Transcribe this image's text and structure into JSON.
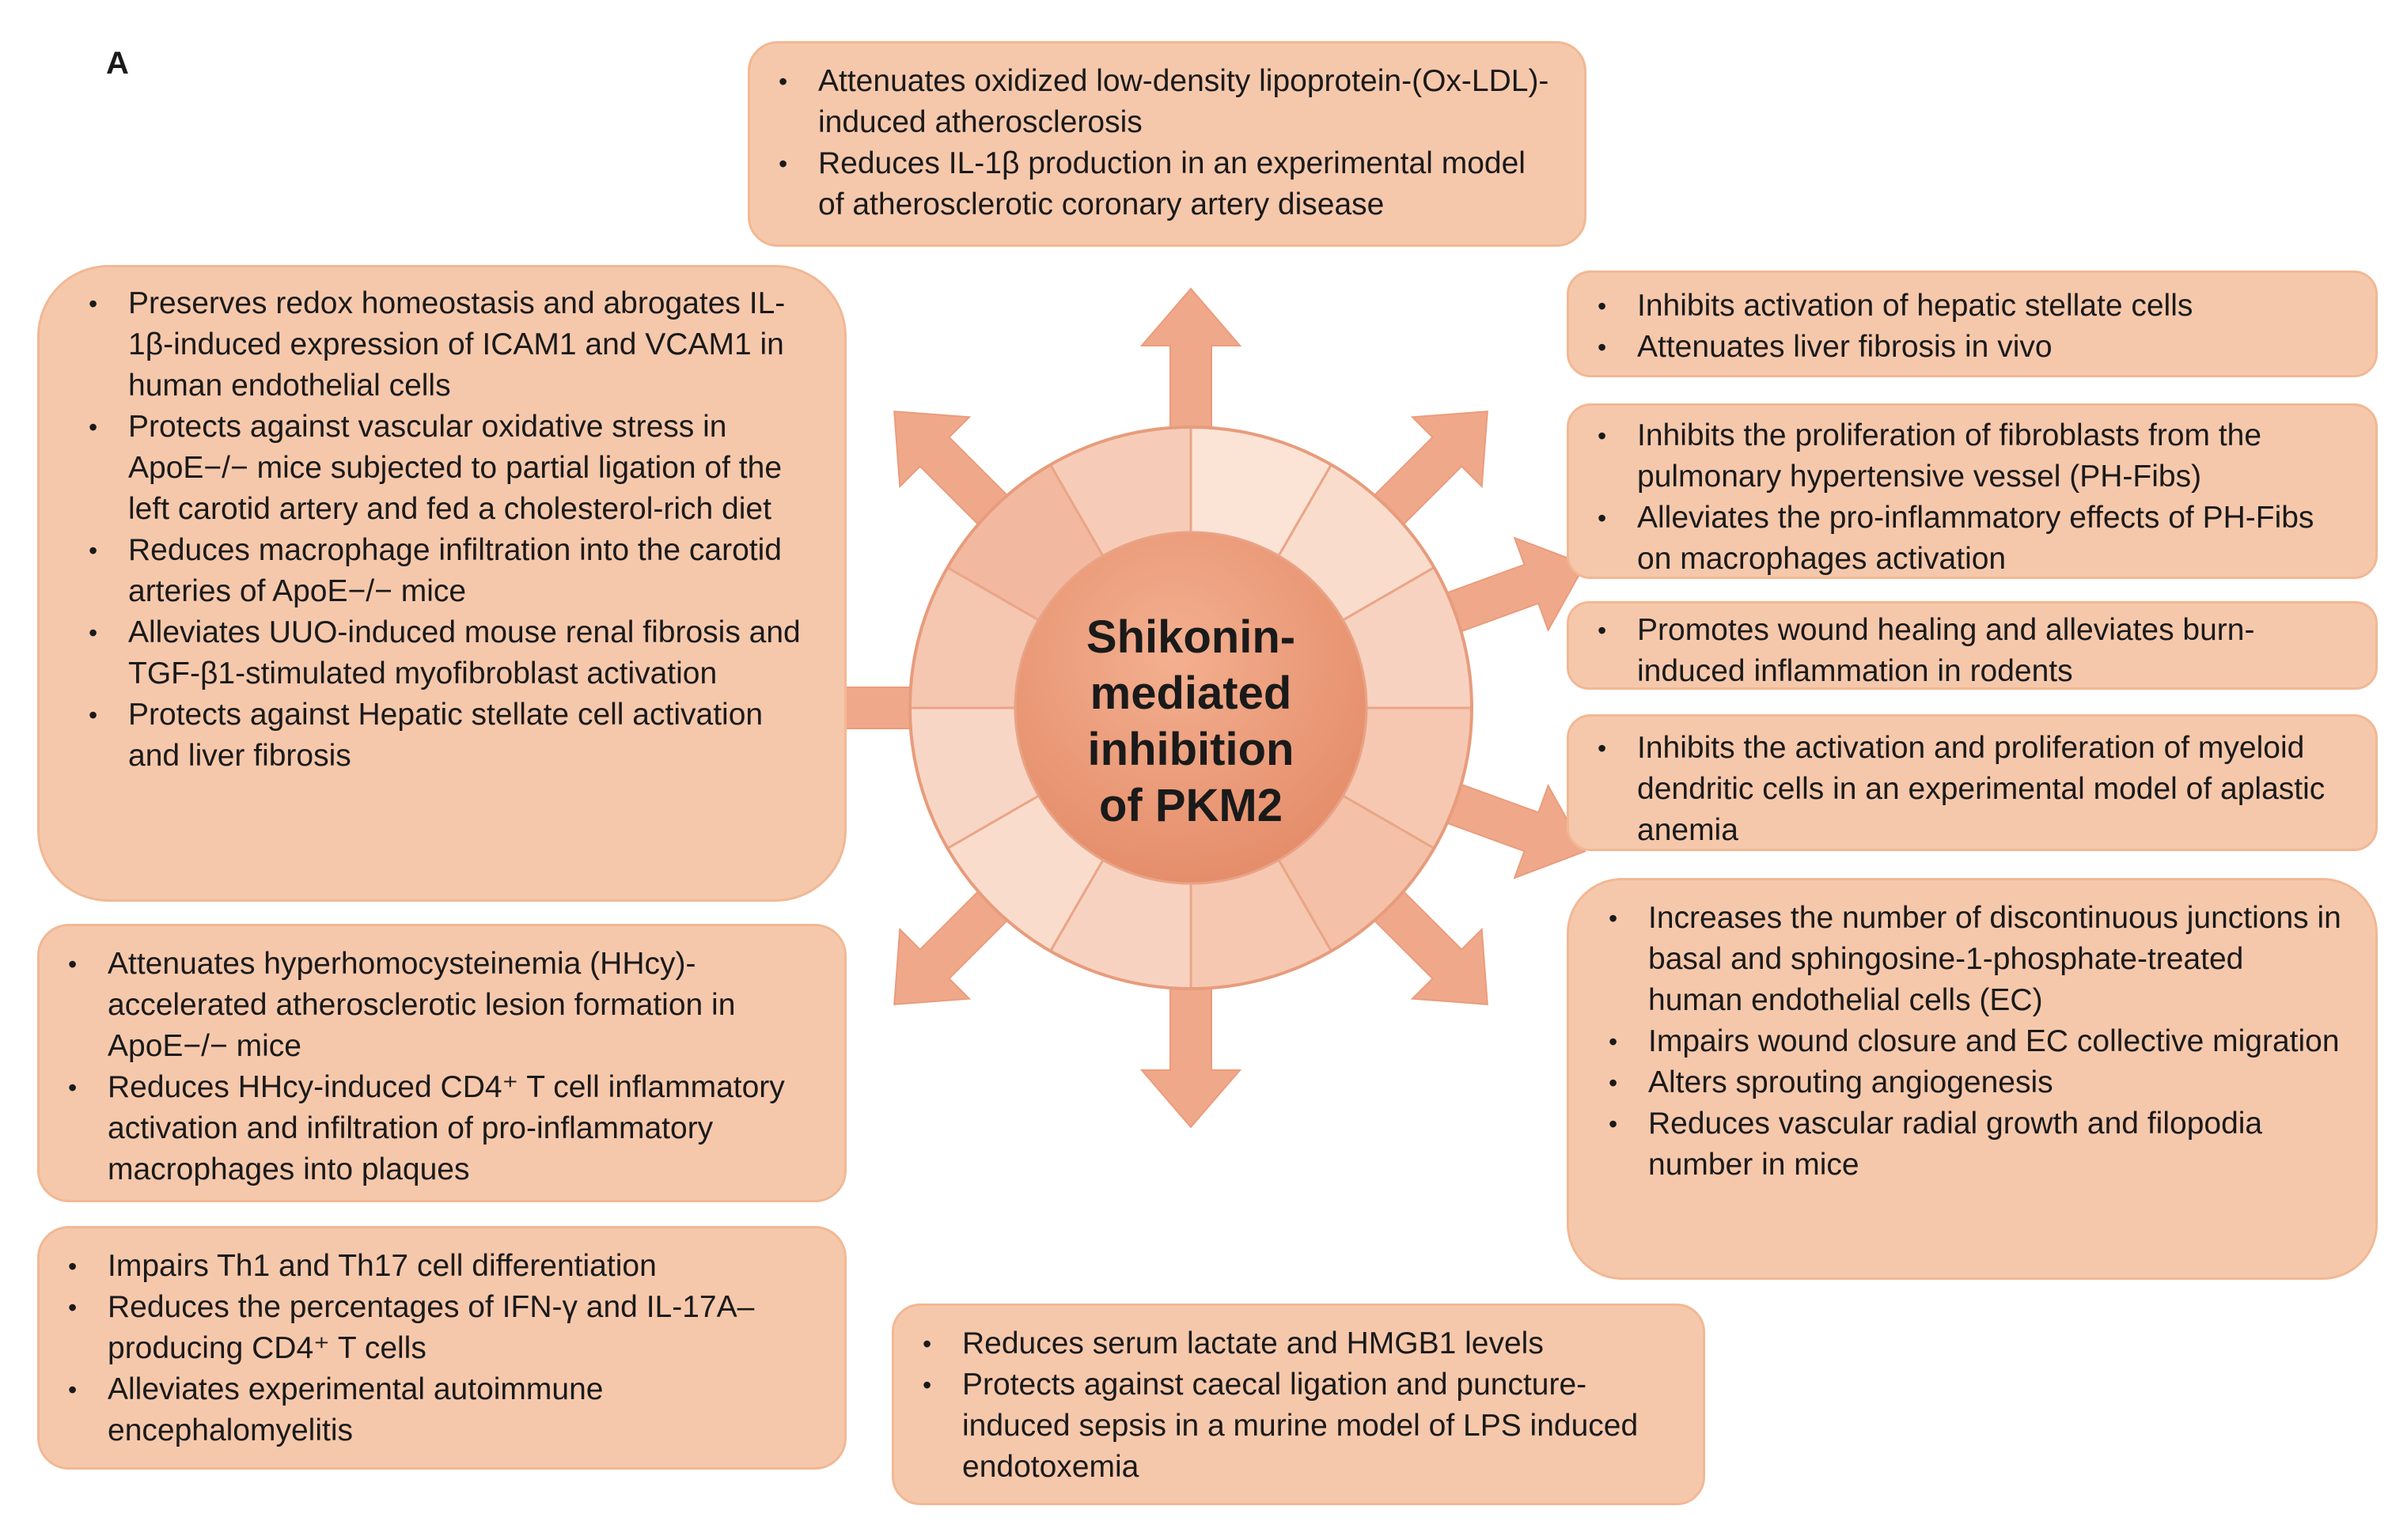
{
  "panel_label": "A",
  "center": {
    "lines": [
      "Shikonin-",
      "mediated",
      "inhibition",
      "of PKM2"
    ]
  },
  "colors": {
    "box_fill": "#f6c8ab",
    "box_border": "#f1b894",
    "arrow_fill": "#f0a88a",
    "ring_fill": "#f3b79c",
    "center_fill": "#e6916f"
  },
  "boxes": [
    {
      "id": "top-center",
      "items": [
        "Attenuates oxidized low-density lipoprotein-(Ox-LDL)-induced atherosclerosis",
        "Reduces IL-1β production in an experimental model of atherosclerotic coronary artery disease"
      ]
    },
    {
      "id": "left-1",
      "items": [
        "Preserves redox homeostasis and abrogates IL-1β-induced expression of ICAM1 and VCAM1 in human endothelial cells",
        "Protects against vascular oxidative stress in ApoE−/− mice subjected to partial ligation of the left carotid artery and fed a cholesterol-rich diet",
        "Reduces macrophage infiltration into the carotid arteries of ApoE−/− mice",
        "Alleviates UUO-induced mouse renal fibrosis and TGF-β1-stimulated myofibroblast activation",
        "Protects against Hepatic stellate cell activation and liver fibrosis"
      ]
    },
    {
      "id": "left-2",
      "items": [
        "Attenuates hyperhomocysteinemia (HHcy)-accelerated atherosclerotic lesion formation in ApoE−/− mice",
        "Reduces HHcy-induced CD4⁺ T cell inflammatory activation and infiltration of pro-inflammatory macrophages into plaques"
      ]
    },
    {
      "id": "left-3",
      "items": [
        "Impairs Th1 and Th17 cell differentiation",
        "Reduces the percentages of IFN-γ and IL-17A–producing CD4⁺ T cells",
        "Alleviates experimental autoimmune encephalomyelitis"
      ]
    },
    {
      "id": "bottom-center",
      "items": [
        "Reduces serum lactate and HMGB1 levels",
        "Protects against caecal ligation and puncture-induced sepsis in a murine model of LPS induced endotoxemia"
      ]
    },
    {
      "id": "right-1",
      "items": [
        "Inhibits activation of hepatic stellate cells",
        "Attenuates liver fibrosis in vivo"
      ]
    },
    {
      "id": "right-2",
      "items": [
        "Inhibits the proliferation of fibroblasts from the pulmonary hypertensive vessel (PH-Fibs)",
        "Alleviates the pro-inflammatory effects of PH-Fibs on macrophages activation"
      ]
    },
    {
      "id": "right-3",
      "items": [
        "Promotes wound healing and alleviates burn-induced inflammation in rodents"
      ]
    },
    {
      "id": "right-4",
      "items": [
        "Inhibits the activation and proliferation of myeloid dendritic cells in an experimental model of aplastic anemia"
      ]
    },
    {
      "id": "right-5",
      "items": [
        "Increases the number of discontinuous junctions in basal and sphingosine-1-phosphate-treated human endothelial cells (EC)",
        "Impairs wound closure and EC collective migration",
        "Alters sprouting angiogenesis",
        "Reduces vascular radial growth and filopodia number in mice"
      ]
    }
  ]
}
